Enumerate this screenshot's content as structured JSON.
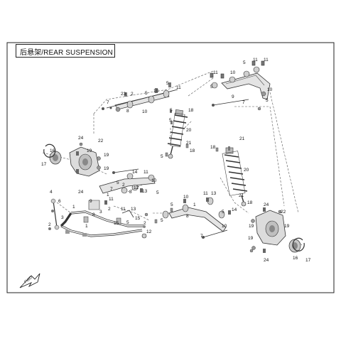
{
  "title": "后悬架/REAR SUSPENSION",
  "fwd_label": "FWD",
  "callouts": {
    "n1": "1",
    "n2": "2",
    "n3": "3",
    "n4": "4",
    "n5": "5",
    "n6": "6",
    "n7": "7",
    "n8": "8",
    "n9": "9",
    "n10": "10",
    "n11": "11",
    "n12": "12",
    "n13": "13",
    "n14": "14",
    "n15": "15",
    "n16": "16",
    "n17": "17",
    "n18": "18",
    "n19": "19",
    "n20": "20",
    "n21": "21",
    "n22": "22",
    "n23": "23",
    "n24": "24"
  },
  "colors": {
    "line": "#3a3a3a",
    "part_fill": "#d9d9d9",
    "dark_part": "#555555",
    "frame": "#222222"
  }
}
